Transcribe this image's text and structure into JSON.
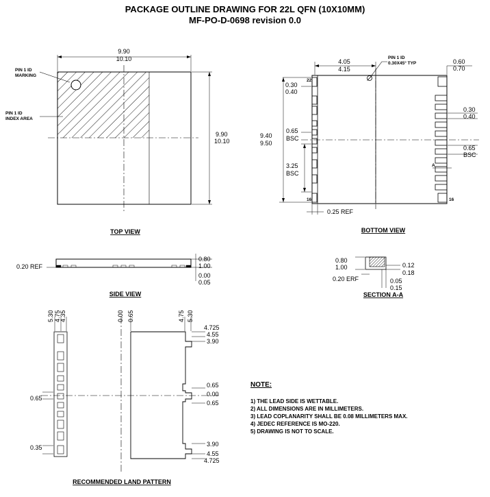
{
  "title": "PACKAGE OUTLINE DRAWING FOR 22L QFN (10X10MM)",
  "subtitle": "MF-PO-D-0698 revision 0.0",
  "top_view": {
    "caption": "TOP VIEW",
    "width_min": "9.90",
    "width_max": "10.10",
    "height_min": "9.90",
    "height_max": "10.10",
    "pin1_marking": [
      "PIN 1 ID",
      "MARKING"
    ],
    "pin1_area": [
      "PIN 1 ID",
      "INDEX AREA"
    ]
  },
  "bottom_view": {
    "caption": "BOTTOM VIEW",
    "pad_w_min": "4.05",
    "pad_w_max": "4.15",
    "pin1_id": [
      "PIN 1 ID",
      "0.30X45° TYP"
    ],
    "lead_len_min": "0.60",
    "lead_len_max": "0.70",
    "lead_w_top_min": "0.30",
    "lead_w_top_max": "0.40",
    "lead_w_right_min": "0.30",
    "lead_w_right_max": "0.40",
    "body_min": "9.40",
    "body_max": "9.50",
    "pitch_left": "0.65",
    "pitch_left_bsc": "BSC",
    "pitch_right": "0.65",
    "pitch_right_bsc": "BSC",
    "span": "3.25",
    "span_bsc": "BSC",
    "ref": "0.25 REF",
    "pin22": "22",
    "pin16a": "16",
    "pin16b": "16",
    "section_mark": "A"
  },
  "side_view": {
    "caption": "SIDE VIEW",
    "ref": "0.20 REF",
    "h_min": "0.80",
    "h_max": "1.00",
    "s_min": "0.00",
    "s_max": "0.05"
  },
  "section_aa": {
    "caption": "SECTION A-A",
    "h_min": "0.80",
    "h_max": "1.00",
    "erf": "0.20 ERF",
    "t_min": "0.12",
    "t_max": "0.18",
    "s_min": "0.05",
    "s_max": "0.15"
  },
  "land_pattern": {
    "caption": "RECOMMENDED LAND PATTERN",
    "x_left": [
      "5.30",
      "4.75",
      "4.35"
    ],
    "x_center": [
      "0.00",
      "0.65"
    ],
    "x_right": [
      "4.75",
      "5.30"
    ],
    "y_labels": [
      "4.725",
      "4.55",
      "3.90",
      "0.65",
      "0.00",
      "0.65",
      "3.90",
      "4.55",
      "4.725"
    ],
    "pitch": "0.65",
    "pad": "0.35"
  },
  "notes": {
    "heading": "NOTE:",
    "items": [
      "1) THE LEAD SIDE IS WETTABLE.",
      "2) ALL DIMENSIONS ARE IN MILLIMETERS.",
      "3) LEAD COPLANARITY SHALL BE 0.08 MILLIMETERS MAX.",
      "4) JEDEC REFERENCE IS MO-220.",
      "5) DRAWING IS NOT TO SCALE."
    ]
  }
}
